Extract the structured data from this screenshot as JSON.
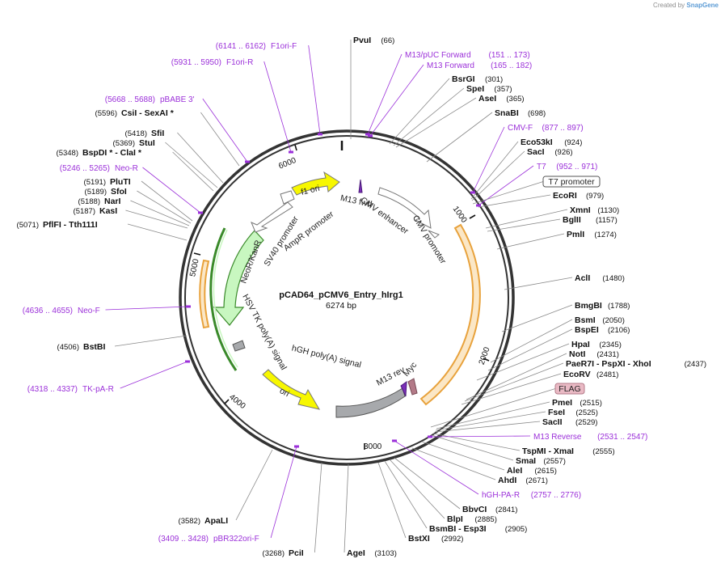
{
  "plasmid": {
    "name": "pCAD64_pCMV6_Entry_hIrg1",
    "size": "6274 bp"
  },
  "credit": {
    "prefix": "Created by",
    "brand": "SnapGene"
  },
  "tick_labels": [
    "1000",
    "2000",
    "3000",
    "4000",
    "5000",
    "6000"
  ],
  "enzymes": [
    {
      "name": "PvuI",
      "pos": "(66)"
    },
    {
      "name": "BsrGI",
      "pos": "(301)"
    },
    {
      "name": "SpeI",
      "pos": "(357)"
    },
    {
      "name": "AseI",
      "pos": "(365)"
    },
    {
      "name": "SnaBI",
      "pos": "(698)"
    },
    {
      "name": "Eco53kI",
      "pos": "(924)"
    },
    {
      "name": "SacI",
      "pos": "(926)"
    },
    {
      "name": "EcoRI",
      "pos": "(979)"
    },
    {
      "name": "XmnI",
      "pos": "(1130)"
    },
    {
      "name": "BglII",
      "pos": "(1157)"
    },
    {
      "name": "PmlI",
      "pos": "(1274)"
    },
    {
      "name": "AclI",
      "pos": "(1480)"
    },
    {
      "name": "BmgBI",
      "pos": "(1788)"
    },
    {
      "name": "BsmI",
      "pos": "(2050)"
    },
    {
      "name": "BspEI",
      "pos": "(2106)"
    },
    {
      "name": "HpaI",
      "pos": "(2345)"
    },
    {
      "name": "NotI",
      "pos": "(2431)"
    },
    {
      "name": "PaeR7I - PspXI - XhoI",
      "pos": "(2437)"
    },
    {
      "name": "EcoRV",
      "pos": "(2481)"
    },
    {
      "name": "PmeI",
      "pos": "(2515)"
    },
    {
      "name": "FseI",
      "pos": "(2525)"
    },
    {
      "name": "SacII",
      "pos": "(2529)"
    },
    {
      "name": "TspMI - XmaI",
      "pos": "(2555)"
    },
    {
      "name": "SmaI",
      "pos": "(2557)"
    },
    {
      "name": "AleI",
      "pos": "(2615)"
    },
    {
      "name": "AhdI",
      "pos": "(2671)"
    },
    {
      "name": "BbvCI",
      "pos": "(2841)"
    },
    {
      "name": "BlpI",
      "pos": "(2885)"
    },
    {
      "name": "BsmBI - Esp3I",
      "pos": "(2905)"
    },
    {
      "name": "BstXI",
      "pos": "(2992)"
    },
    {
      "name": "AgeI",
      "pos": "(3103)"
    },
    {
      "name": "PciI",
      "pos": "(3268)"
    },
    {
      "name": "ApaLI",
      "pos": "(3582)"
    },
    {
      "name": "BstBI",
      "pos": "(4506)"
    },
    {
      "name": "PflFI - Tth111I",
      "pos": "(5071)"
    },
    {
      "name": "KasI",
      "pos": "(5187)"
    },
    {
      "name": "NarI",
      "pos": "(5188)"
    },
    {
      "name": "SfoI",
      "pos": "(5189)"
    },
    {
      "name": "PluTI",
      "pos": "(5191)"
    },
    {
      "name": "BspDI * - ClaI *",
      "pos": "(5348)"
    },
    {
      "name": "StuI",
      "pos": "(5369)"
    },
    {
      "name": "SfiI",
      "pos": "(5418)"
    },
    {
      "name": "CsiI - SexAI *",
      "pos": "(5596)"
    }
  ],
  "primers": [
    {
      "name": "F1ori-F",
      "range": "(6141 .. 6162)"
    },
    {
      "name": "F1ori-R",
      "range": "(5931 .. 5950)"
    },
    {
      "name": "pBABE 3'",
      "range": "(5668 .. 5688)"
    },
    {
      "name": "Neo-R",
      "range": "(5246 .. 5265)"
    },
    {
      "name": "M13/pUC Forward",
      "range": "(151 .. 173)"
    },
    {
      "name": "M13 Forward",
      "range": "(165 .. 182)"
    },
    {
      "name": "CMV-F",
      "range": "(877 .. 897)"
    },
    {
      "name": "T7",
      "range": "(952 .. 971)"
    },
    {
      "name": "M13 Reverse",
      "range": "(2531 .. 2547)"
    },
    {
      "name": "hGH-PA-R",
      "range": "(2757 .. 2776)"
    },
    {
      "name": "Neo-F",
      "range": "(4636 .. 4655)"
    },
    {
      "name": "TK-pA-R",
      "range": "(4318 .. 4337)"
    },
    {
      "name": "pBR322ori-F",
      "range": "(3409 .. 3428)"
    }
  ],
  "boxed_features": [
    {
      "name": "T7 promoter",
      "fill": "#ffffff",
      "stroke": "#555555"
    },
    {
      "name": "FLAG",
      "fill": "#e9b9c4",
      "stroke": "#b37a88"
    }
  ],
  "features": [
    {
      "name": "f1 ori",
      "color": "#f7f700"
    },
    {
      "name": "AmpR promoter",
      "color": "#ffffff"
    },
    {
      "name": "SV40 promoter",
      "color": "#ffffff"
    },
    {
      "name": "NeoR/KanR",
      "color": "#c8f7c0"
    },
    {
      "name": "HSV TK poly(A) signal",
      "color": "#a7a9ac"
    },
    {
      "name": "ori",
      "color": "#f7f700"
    },
    {
      "name": "hGH poly(A) signal",
      "color": "#a7a9ac"
    },
    {
      "name": "M13 rev",
      "color": "#7b2fb8"
    },
    {
      "name": "Myc",
      "color": "#b37a88"
    },
    {
      "name": "M13 fwd",
      "color": "#7b2fb8"
    },
    {
      "name": "CMV enhancer",
      "color": "#ffffff"
    },
    {
      "name": "CMV promoter",
      "color": "#ffffff"
    }
  ],
  "colors": {
    "backbone": "#333333",
    "primer": "#9b30d9",
    "orf_outline": "#e8a23c",
    "orf_fill": "#fbe7c6"
  }
}
